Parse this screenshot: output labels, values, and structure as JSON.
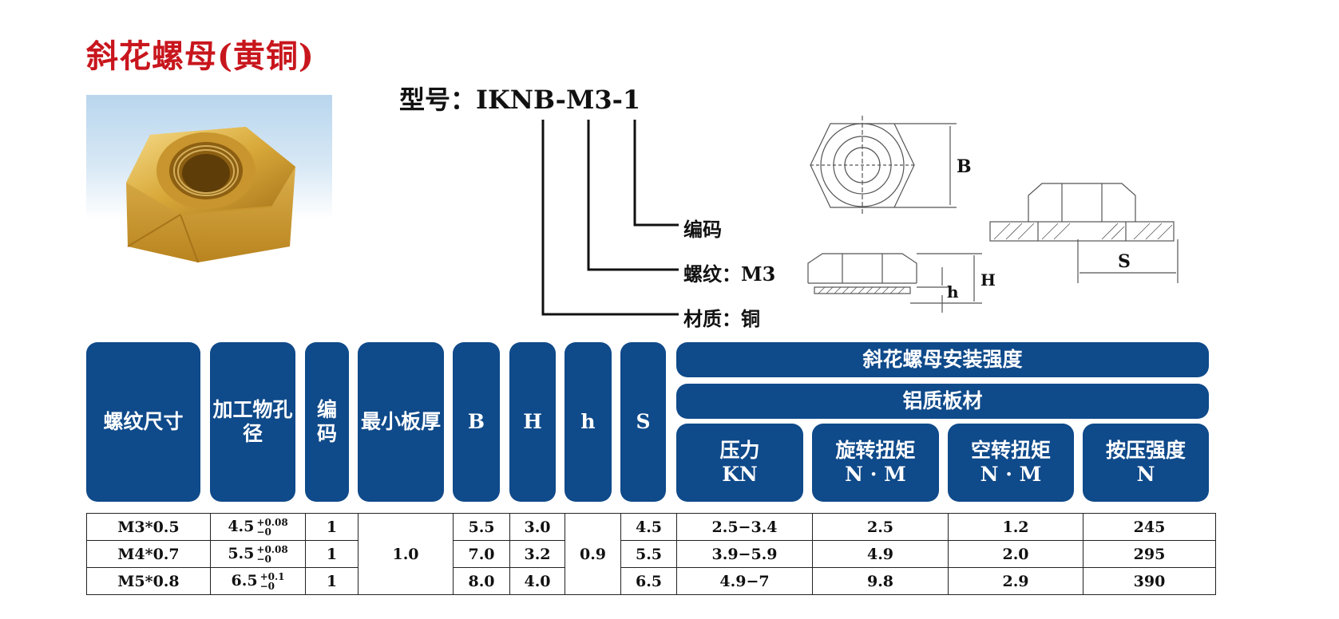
{
  "title": "斜花螺母(黄铜)",
  "model": "型号：IKNB-M3-1",
  "code_parts": {
    "code": "编码",
    "thread": "螺纹：M3",
    "material": "材质：铜"
  },
  "diagram_labels": {
    "B": "B",
    "H": "H",
    "h": "h",
    "S": "S"
  },
  "colors": {
    "title": "#c8161d",
    "header_bg": "#0f4a8a",
    "photo_nut": "#d9a93a"
  },
  "headers": {
    "thread_size": "螺纹尺寸",
    "hole_diameter": "加工物孔径",
    "code": "编码",
    "min_thickness": "最小板厚",
    "B": "B",
    "H": "H",
    "h": "h",
    "S": "S",
    "strength": "斜花螺母安装强度",
    "material": "铝质板材",
    "pressure": "压力",
    "pressure_unit": "KN",
    "torque": "旋转扭矩",
    "torque_unit": "N · M",
    "idle_torque": "空转扭矩",
    "idle_torque_unit": "N · M",
    "press_strength": "按压强度",
    "press_strength_unit": "N"
  },
  "rows": [
    {
      "thread": "M3*0.5",
      "hole": "4.5",
      "tol_up": "+0.08",
      "tol_down": "−0",
      "code": "1",
      "B": "5.5",
      "H": "3.0",
      "S": "4.5",
      "pressure": "2.5−3.4",
      "torque": "2.5",
      "idle": "1.2",
      "press": "245"
    },
    {
      "thread": "M4*0.7",
      "hole": "5.5",
      "tol_up": "+0.08",
      "tol_down": "−0",
      "code": "1",
      "B": "7.0",
      "H": "3.2",
      "S": "5.5",
      "pressure": "3.9−5.9",
      "torque": "4.9",
      "idle": "2.0",
      "press": "295"
    },
    {
      "thread": "M5*0.8",
      "hole": "6.5",
      "tol_up": "+0.1",
      "tol_down": "−0",
      "code": "1",
      "B": "8.0",
      "H": "4.0",
      "S": "6.5",
      "pressure": "4.9−7",
      "torque": "9.8",
      "idle": "2.9",
      "press": "390"
    }
  ],
  "merged": {
    "min_thickness": "1.0",
    "h": "0.9"
  }
}
